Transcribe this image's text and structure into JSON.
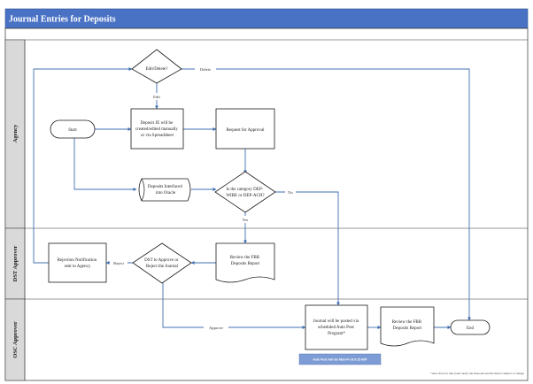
{
  "title": "Journal Entries for Deposits",
  "lanes": [
    {
      "id": "agency",
      "label": "Agency"
    },
    {
      "id": "dst",
      "label": "DST Approver"
    },
    {
      "id": "osc",
      "label": "OSC Approver"
    }
  ],
  "nodes": {
    "edit_delete": "Edit/Delete?",
    "start": "Start",
    "deposit_je": [
      "Deposit JE will be",
      "created/edited manually",
      "or via Spreadsheet"
    ],
    "request_approval": "Request for Approval",
    "deposit_interfaced": [
      "Deposits Interfaced",
      "into Oracle"
    ],
    "category_decision": [
      "Is the category DEP-",
      "WIRE or DEP-ACH?"
    ],
    "dst_review": [
      "Review the FBR",
      "Deposits Report"
    ],
    "dst_decision": [
      "DST to Approve or",
      "Reject the Journal"
    ],
    "rejection": [
      "Rejection Notification",
      "sent to Agency"
    ],
    "journal_autopost": [
      "Journal will be posted via",
      "scheduled Auto Post",
      "Program*"
    ],
    "osc_review": [
      "Review the FBR",
      "Deposits Report"
    ],
    "end": "End"
  },
  "edges": {
    "delete": "Delete",
    "edit": "Edit",
    "no": "No",
    "yes": "Yes",
    "reject": "Reject",
    "approve": "Approve"
  },
  "badge": "Auto Post will run Mon-Fri at 9:15 AM*",
  "footnote": "*Auto Post for this event rarely run Deposits and the time is subject to change",
  "colors": {
    "title_bar": "#4a72c4",
    "lane_header": "#d9d9d9",
    "flow_line": "#3f6fb0",
    "badge": "#7d9bd4"
  }
}
